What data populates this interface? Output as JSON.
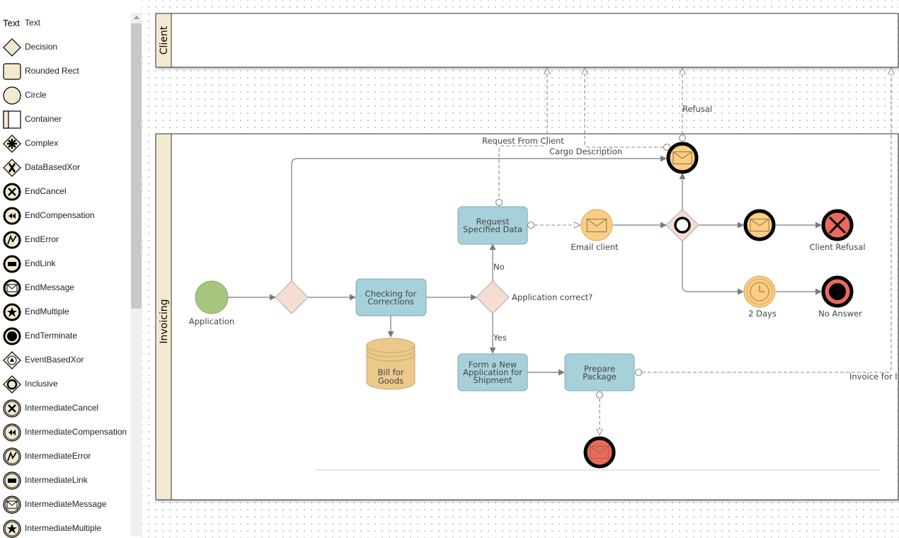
{
  "palette": {
    "text_glyph": "Text",
    "items": [
      {
        "label": "Text",
        "icon": "text-icon"
      },
      {
        "label": "Decision",
        "icon": "decision-icon"
      },
      {
        "label": "Rounded Rect",
        "icon": "rounded-rect-icon"
      },
      {
        "label": "Circle",
        "icon": "circle-icon"
      },
      {
        "label": "Container",
        "icon": "container-icon"
      },
      {
        "label": "Complex",
        "icon": "complex-gateway-icon"
      },
      {
        "label": "DataBasedXor",
        "icon": "data-based-xor-icon"
      },
      {
        "label": "EndCancel",
        "icon": "end-cancel-icon"
      },
      {
        "label": "EndCompensation",
        "icon": "end-compensation-icon"
      },
      {
        "label": "EndError",
        "icon": "end-error-icon"
      },
      {
        "label": "EndLink",
        "icon": "end-link-icon"
      },
      {
        "label": "EndMessage",
        "icon": "end-message-icon"
      },
      {
        "label": "EndMultiple",
        "icon": "end-multiple-icon"
      },
      {
        "label": "EndTerminate",
        "icon": "end-terminate-icon"
      },
      {
        "label": "EventBasedXor",
        "icon": "event-based-xor-icon"
      },
      {
        "label": "Inclusive",
        "icon": "inclusive-gateway-icon"
      },
      {
        "label": "IntermediateCancel",
        "icon": "intermediate-cancel-icon"
      },
      {
        "label": "IntermediateCompensation",
        "icon": "intermediate-compensation-icon"
      },
      {
        "label": "IntermediateError",
        "icon": "intermediate-error-icon"
      },
      {
        "label": "IntermediateLink",
        "icon": "intermediate-link-icon"
      },
      {
        "label": "IntermediateMessage",
        "icon": "intermediate-message-icon"
      },
      {
        "label": "IntermediateMultiple",
        "icon": "intermediate-multiple-icon"
      }
    ]
  },
  "diagram": {
    "lanes": {
      "client": "Client",
      "invoicing": "Invoicing"
    },
    "tasks": {
      "checking": [
        "Checking for",
        "Corrections"
      ],
      "request": [
        "Request",
        "Specified Data"
      ],
      "form_new": [
        "Form a New",
        "Application for",
        "Shipment"
      ],
      "prepare": [
        "Prepare",
        "Package"
      ]
    },
    "data_store": [
      "Bill for",
      "Goods"
    ],
    "labels": {
      "application": "Application",
      "email_client": "Email client",
      "client_refusal": "Client Refusal",
      "two_days": "2 Days",
      "no_answer": "No Answer",
      "application_correct": "Application correct?",
      "no": "No",
      "yes": "Yes",
      "request_from_client": "Request From Client",
      "cargo_description": "Cargo Description",
      "refusal": "Refusal",
      "invoice_for": "Invoice for I"
    },
    "colors": {
      "task_fill": "#a7d1da",
      "start_fill": "#a6c67f",
      "gateway_fill": "#f5ddd2",
      "message_fill": "#fbcd85",
      "end_red": "#eb6a5b",
      "lane_header": "#f2ead0",
      "datastore_fill": "#ebc98a"
    }
  }
}
